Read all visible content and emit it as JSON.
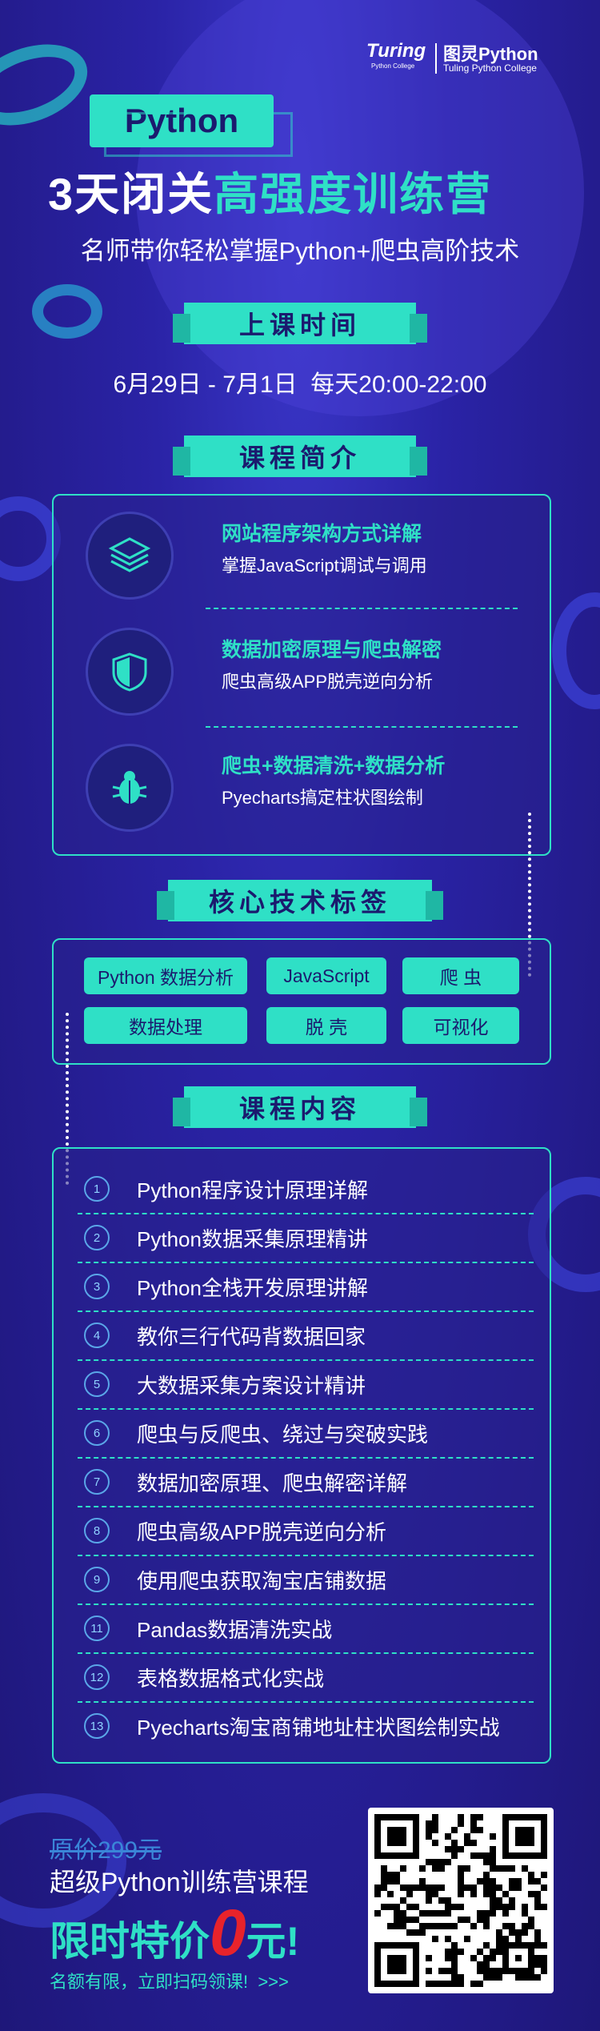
{
  "brand": {
    "logo_text": "Turing",
    "logo_sub": "Python College",
    "cn_name": "图灵Python",
    "en_name": "Tuling Python College"
  },
  "hero": {
    "tag": "Python",
    "title_prefix": "3天闭关",
    "title_highlight": "高强度训练营",
    "subtitle": "名师带你轻松掌握Python+爬虫高阶技术"
  },
  "schedule": {
    "label": "上课时间",
    "time": "6月29日 - 7月1日  每天20:00-22:00"
  },
  "intro": {
    "label": "课程简介",
    "items": [
      {
        "icon": "layers-icon",
        "title": "网站程序架构方式详解",
        "sub": "掌握JavaScript调试与调用"
      },
      {
        "icon": "shield-icon",
        "title": "数据加密原理与爬虫解密",
        "sub": "爬虫高级APP脱壳逆向分析"
      },
      {
        "icon": "bug-icon",
        "title": "爬虫+数据清洗+数据分析",
        "sub": "Pyecharts搞定柱状图绘制"
      }
    ]
  },
  "tags": {
    "label": "核心技术标签",
    "items": [
      "Python 数据分析",
      "JavaScript",
      "爬 虫",
      "数据处理",
      "脱 壳",
      "可视化"
    ]
  },
  "contents": {
    "label": "课程内容",
    "items": [
      {
        "num": "1",
        "text": "Python程序设计原理详解"
      },
      {
        "num": "2",
        "text": "Python数据采集原理精讲"
      },
      {
        "num": "3",
        "text": "Python全栈开发原理讲解"
      },
      {
        "num": "4",
        "text": "教你三行代码背数据回家"
      },
      {
        "num": "5",
        "text": "大数据采集方案设计精讲"
      },
      {
        "num": "6",
        "text": "爬虫与反爬虫、绕过与突破实践"
      },
      {
        "num": "7",
        "text": "数据加密原理、爬虫解密详解"
      },
      {
        "num": "8",
        "text": "爬虫高级APP脱壳逆向分析"
      },
      {
        "num": "9",
        "text": "使用爬虫获取淘宝店铺数据"
      },
      {
        "num": "11",
        "text": "Pandas数据清洗实战"
      },
      {
        "num": "12",
        "text": "表格数据格式化实战"
      },
      {
        "num": "13",
        "text": "Pyecharts淘宝商铺地址柱状图绘制实战"
      }
    ]
  },
  "offer": {
    "original": "原价299元",
    "course": "超级Python训练营课程",
    "price_prefix": "限时特价",
    "price_value": "0",
    "price_suffix": "元!",
    "cta": "名额有限，立即扫码领课!  >>>"
  },
  "colors": {
    "accent": "#2fe0c6",
    "background": "#2a23a6",
    "price_red": "#e8232b"
  }
}
